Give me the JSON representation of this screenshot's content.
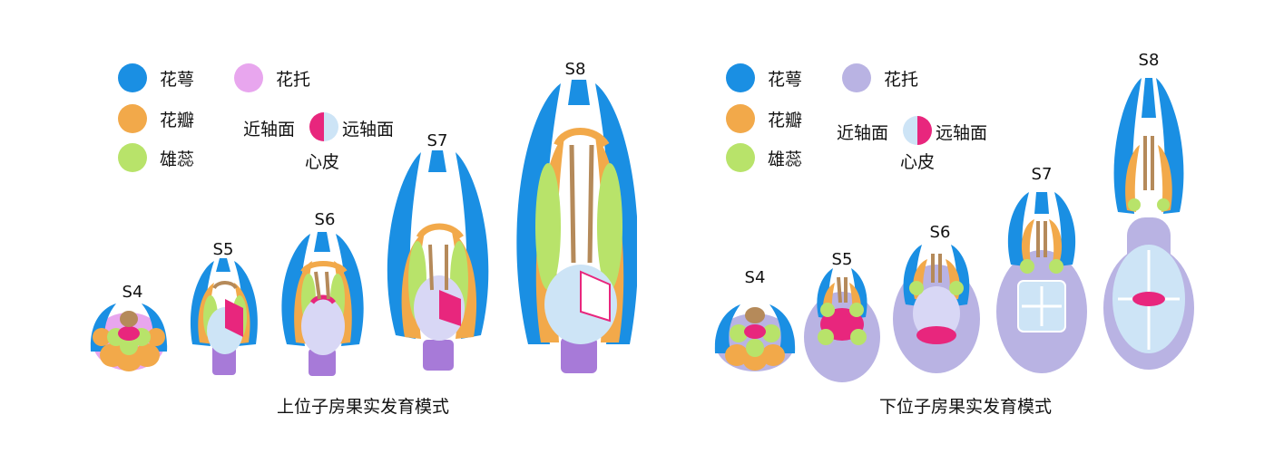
{
  "colors": {
    "sepal": "#1a8fe3",
    "petal": "#f2a94a",
    "stamen": "#b8e36a",
    "receptacle_left": "#e8a6ee",
    "receptacle_right": "#b9b3e3",
    "carpel_adaxial": "#e8267d",
    "carpel_abaxial": "#cde4f6",
    "ovary_body": "#d8d7f5",
    "stalk": "#a77ad8"
  },
  "left_panel": {
    "legend": {
      "sepal": "花萼",
      "petal": "花瓣",
      "stamen": "雄蕊",
      "receptacle": "花托",
      "carpel_near": "近轴面",
      "carpel_far": "远轴面",
      "carpel_name": "心皮"
    },
    "stages": [
      "S4",
      "S5",
      "S6",
      "S7",
      "S8"
    ],
    "title": "上位子房果实发育模式"
  },
  "right_panel": {
    "legend": {
      "sepal": "花萼",
      "petal": "花瓣",
      "stamen": "雄蕊",
      "receptacle": "花托",
      "carpel_near": "近轴面",
      "carpel_far": "远轴面",
      "carpel_name": "心皮"
    },
    "stages": [
      "S4",
      "S5",
      "S6",
      "S7",
      "S8"
    ],
    "title": "下位子房果实发育模式"
  }
}
